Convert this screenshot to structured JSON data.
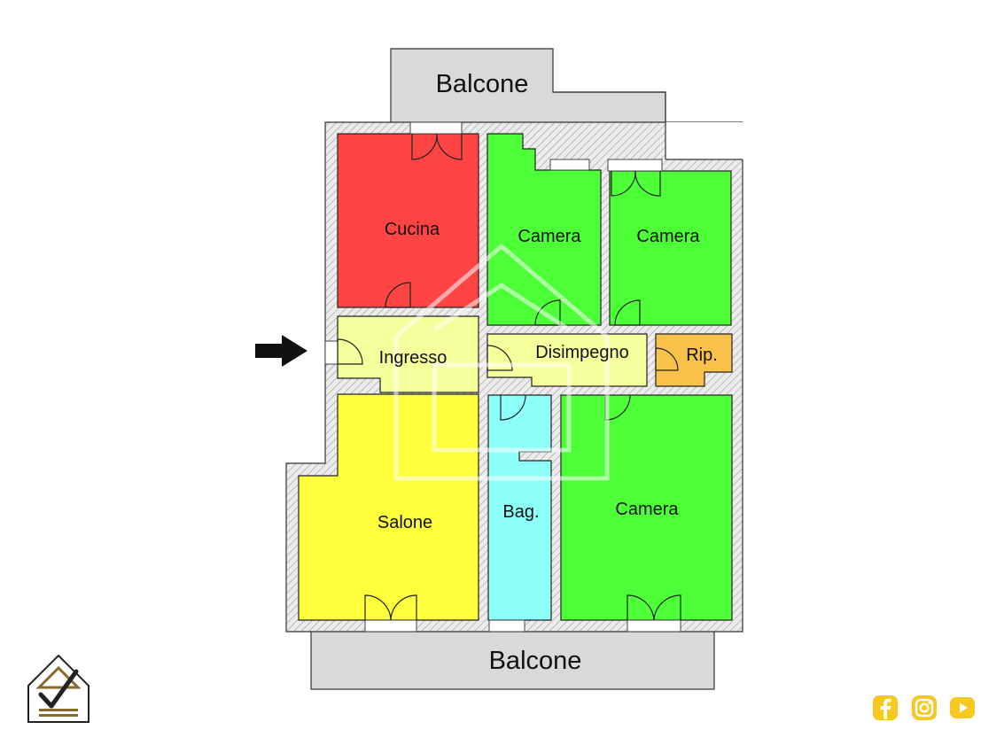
{
  "plan": {
    "colors": {
      "balcony": "#d9d9d9",
      "wall": "#e6e6e6",
      "cucina": "#ff4444",
      "camera": "#4cff36",
      "ingresso": "#f5ff9c",
      "disimpegno": "#f5ff9c",
      "ripostiglio": "#f9c24a",
      "salone": "#ffff3c",
      "bagno": "#8cfff8",
      "icons": "#f7c820"
    },
    "balcony_top": "Balcone",
    "balcony_bottom": "Balcone",
    "rooms": {
      "cucina": "Cucina",
      "camera_1": "Camera",
      "camera_2": "Camera",
      "ingresso": "Ingresso",
      "disimpegno": "Disimpegno",
      "ripostiglio": "Rip.",
      "salone": "Salone",
      "bagno": "Bag.",
      "camera_3": "Camera"
    },
    "entrance_arrow_icon": "arrow-right-icon"
  },
  "branding": {
    "logo_icon": "house-check-icon",
    "social_icons": [
      "facebook-icon",
      "instagram-icon",
      "youtube-icon"
    ]
  }
}
